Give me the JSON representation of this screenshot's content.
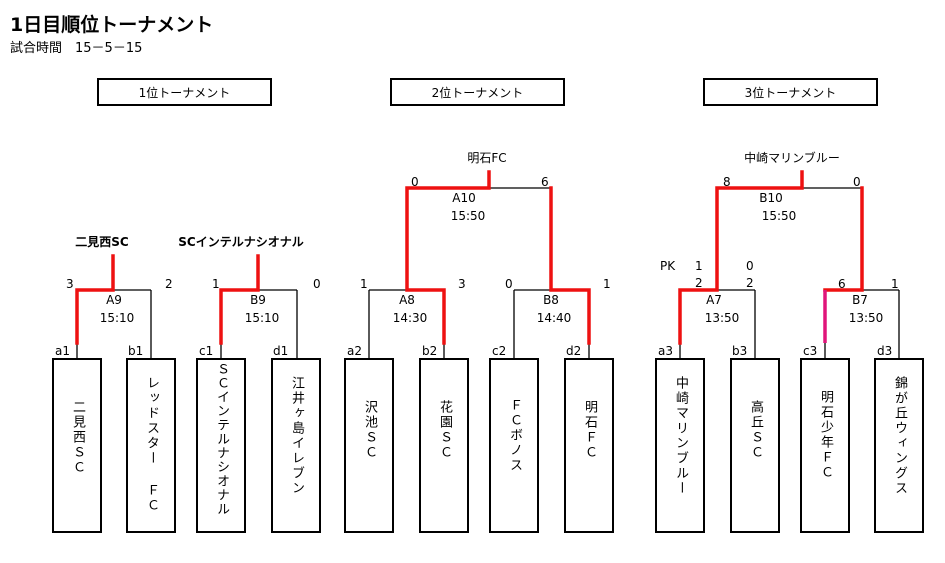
{
  "title": "1日目順位トーナメント",
  "subtitle": "試合時間　15－5－15",
  "sections": [
    "1位トーナメント",
    "2位トーナメント",
    "3位トーナメント"
  ],
  "winners": {
    "a9": "二見西SC",
    "b9": "SCインテルナシオナル",
    "a10": "明石FC",
    "b10": "中崎マリンブルー"
  },
  "matches": {
    "a9": {
      "id": "A9",
      "time": "15:10",
      "left": "3",
      "right": "2"
    },
    "b9": {
      "id": "B9",
      "time": "15:10",
      "left": "1",
      "right": "0"
    },
    "a8": {
      "id": "A8",
      "time": "14:30",
      "left": "1",
      "right": "3"
    },
    "b8": {
      "id": "B8",
      "time": "14:40",
      "left": "0",
      "right": "1"
    },
    "a10": {
      "id": "A10",
      "time": "15:50",
      "left": "0",
      "right": "6"
    },
    "a7": {
      "id": "A7",
      "time": "13:50",
      "left": "2",
      "right": "2",
      "pk_label": "PK",
      "pk_left": "1",
      "pk_right": "0"
    },
    "b7": {
      "id": "B7",
      "time": "13:50",
      "left": "6",
      "right": "1"
    },
    "b10": {
      "id": "B10",
      "time": "15:50",
      "left": "8",
      "right": "0"
    }
  },
  "teams": [
    {
      "slot": "a1",
      "name": "二見西ＳＣ"
    },
    {
      "slot": "b1",
      "name": "レッドスター ＦＣ"
    },
    {
      "slot": "c1",
      "name": "ＳＣインテルナシオナル"
    },
    {
      "slot": "d1",
      "name": "江井ヶ島イレブン"
    },
    {
      "slot": "a2",
      "name": "沢池ＳＣ"
    },
    {
      "slot": "b2",
      "name": "花園ＳＣ"
    },
    {
      "slot": "c2",
      "name": "ＦＣボノス"
    },
    {
      "slot": "d2",
      "name": "明石ＦＣ"
    },
    {
      "slot": "a3",
      "name": "中崎マリンブルー"
    },
    {
      "slot": "b3",
      "name": "高丘ＳＣ"
    },
    {
      "slot": "c3",
      "name": "明石少年ＦＣ"
    },
    {
      "slot": "d3",
      "name": "錦が丘ウィングス"
    }
  ],
  "colors": {
    "win_line": "#ee1111",
    "win_line_alt": "#e0157a",
    "line": "#000000"
  }
}
